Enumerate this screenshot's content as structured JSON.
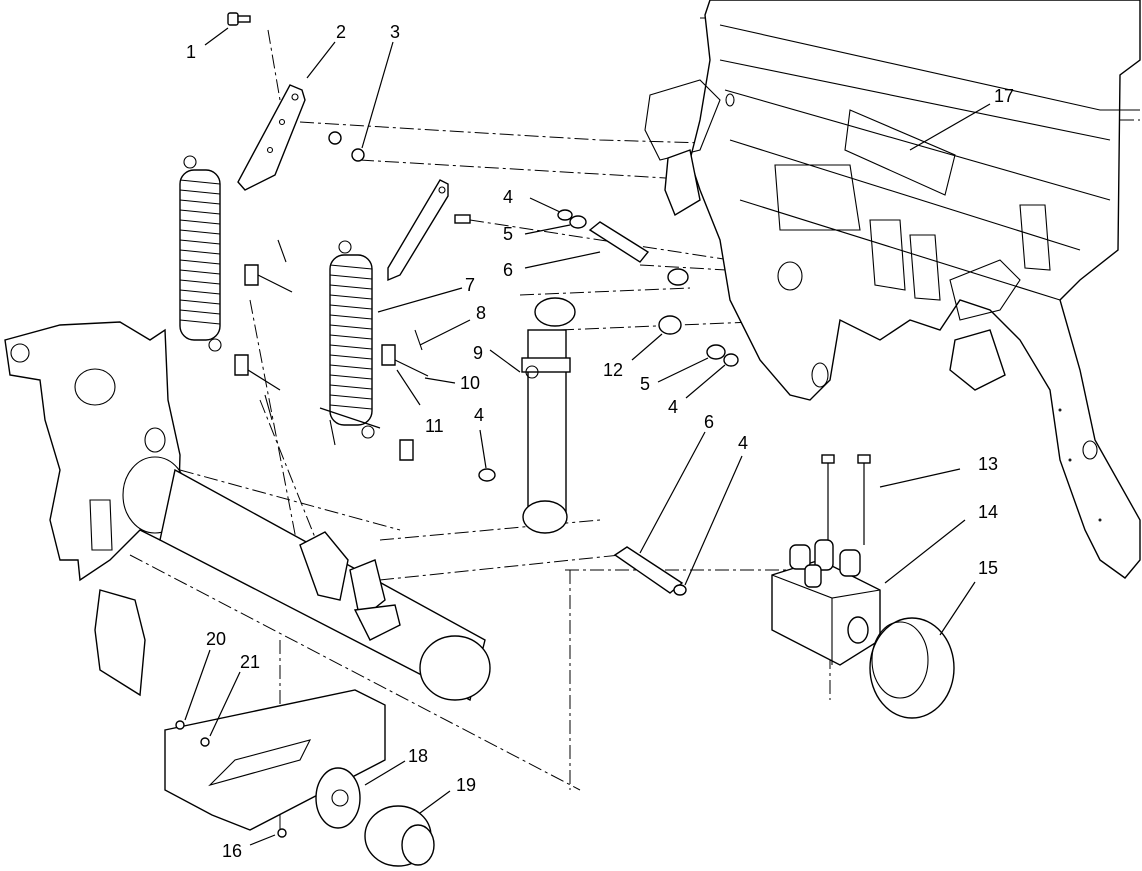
{
  "callouts": [
    {
      "id": "c1",
      "text": "1"
    },
    {
      "id": "c2",
      "text": "2"
    },
    {
      "id": "c3",
      "text": "3"
    },
    {
      "id": "c4a",
      "text": "4"
    },
    {
      "id": "c5a",
      "text": "5"
    },
    {
      "id": "c6a",
      "text": "6"
    },
    {
      "id": "c7",
      "text": "7"
    },
    {
      "id": "c8",
      "text": "8"
    },
    {
      "id": "c9",
      "text": "9"
    },
    {
      "id": "c10",
      "text": "10"
    },
    {
      "id": "c11",
      "text": "11"
    },
    {
      "id": "c4b",
      "text": "4"
    },
    {
      "id": "c12",
      "text": "12"
    },
    {
      "id": "c5b",
      "text": "5"
    },
    {
      "id": "c4c",
      "text": "4"
    },
    {
      "id": "c6b",
      "text": "6"
    },
    {
      "id": "c4d",
      "text": "4"
    },
    {
      "id": "c13",
      "text": "13"
    },
    {
      "id": "c14",
      "text": "14"
    },
    {
      "id": "c15",
      "text": "15"
    },
    {
      "id": "c17",
      "text": "17"
    },
    {
      "id": "c20",
      "text": "20"
    },
    {
      "id": "c21",
      "text": "21"
    },
    {
      "id": "c18",
      "text": "18"
    },
    {
      "id": "c19",
      "text": "19"
    },
    {
      "id": "c16",
      "text": "16"
    }
  ]
}
